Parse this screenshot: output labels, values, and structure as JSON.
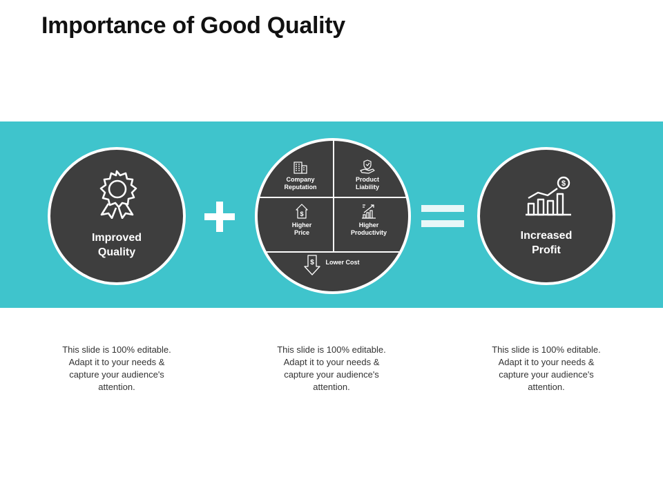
{
  "title": "Importance of Good Quality",
  "colors": {
    "band": "#3fc4cc",
    "circle": "#3e3e3e",
    "text_dark": "#111111"
  },
  "left_circle": {
    "icon": "award-ribbon-icon",
    "label_lines": [
      "Improved",
      "Quality"
    ]
  },
  "operator_plus": "plus-icon",
  "middle_circle": {
    "segments": [
      {
        "icon": "building-icon",
        "label_lines": [
          "Company",
          "Reputation"
        ]
      },
      {
        "icon": "hand-shield-icon",
        "label_lines": [
          "Product",
          "Liability"
        ]
      },
      {
        "icon": "house-dollar-icon",
        "label_lines": [
          "Higher",
          "Price"
        ]
      },
      {
        "icon": "bar-chart-arrow-icon",
        "label_lines": [
          "Higher",
          "Productivity"
        ]
      },
      {
        "icon": "down-arrow-dollar-icon",
        "label_lines": [
          "Lower Cost"
        ]
      }
    ]
  },
  "operator_equals": "equals-icon",
  "right_circle": {
    "icon": "profit-chart-icon",
    "label_lines": [
      "Increased",
      "Profit"
    ]
  },
  "descriptions": [
    "This slide is 100% editable. Adapt it to your needs & capture your audience's attention.",
    "This slide is 100% editable. Adapt it to your needs & capture your audience's attention.",
    "This slide is 100% editable. Adapt it to your needs & capture your audience's attention."
  ]
}
